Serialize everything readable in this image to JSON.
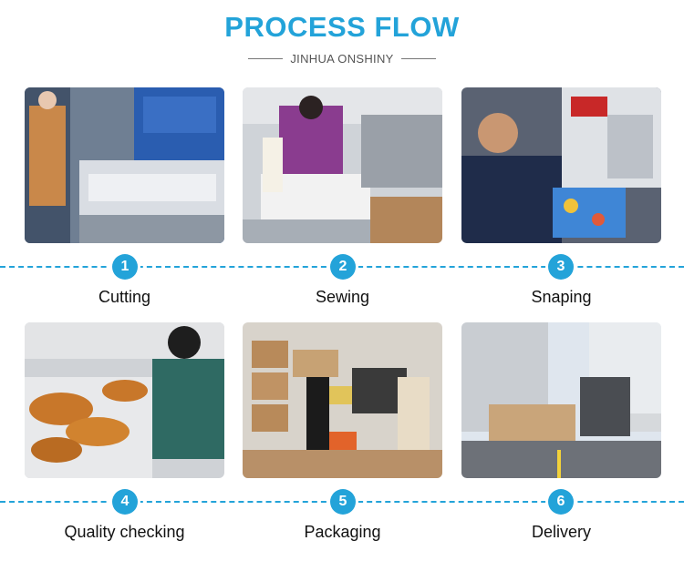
{
  "header": {
    "title": "PROCESS FLOW",
    "subtitle": "JINHUA ONSHINY"
  },
  "colors": {
    "accent": "#23a3d9"
  },
  "steps": [
    {
      "number": "1",
      "label": "Cutting"
    },
    {
      "number": "2",
      "label": "Sewing"
    },
    {
      "number": "3",
      "label": "Snaping"
    },
    {
      "number": "4",
      "label": "Quality checking"
    },
    {
      "number": "5",
      "label": "Packaging"
    },
    {
      "number": "6",
      "label": "Delivery"
    }
  ]
}
